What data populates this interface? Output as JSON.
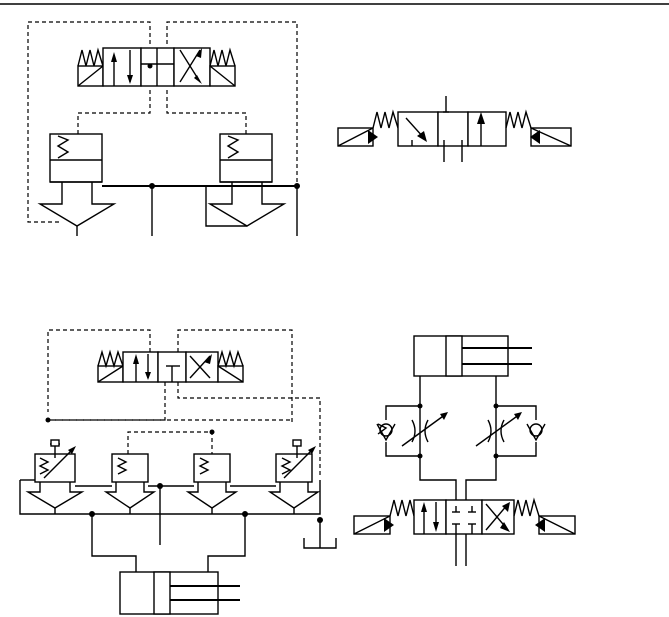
{
  "figure": {
    "style": {
      "line_color": "#000000",
      "background": "#ffffff"
    },
    "panels": [
      {
        "id": "pilot-operated-poppet-circuit",
        "components": [
          "4-way-3-position-solenoid-valve",
          "pilot-poppet-valve-left",
          "pilot-poppet-valve-right"
        ]
      },
      {
        "id": "standalone-directional-valve",
        "components": [
          "3-position-solenoid-valve"
        ]
      },
      {
        "id": "four-poppet-cylinder-circuit",
        "components": [
          "4-way-3-position-solenoid-valve",
          "adjustable-poppet-valve-1",
          "poppet-valve-2",
          "poppet-valve-3",
          "adjustable-poppet-valve-4",
          "double-acting-cylinder",
          "tank"
        ]
      },
      {
        "id": "meter-out-cylinder-circuit",
        "components": [
          "double-acting-cylinder",
          "check-throttle-valve-left",
          "check-throttle-valve-right",
          "4-way-3-position-solenoid-valve"
        ]
      }
    ]
  }
}
